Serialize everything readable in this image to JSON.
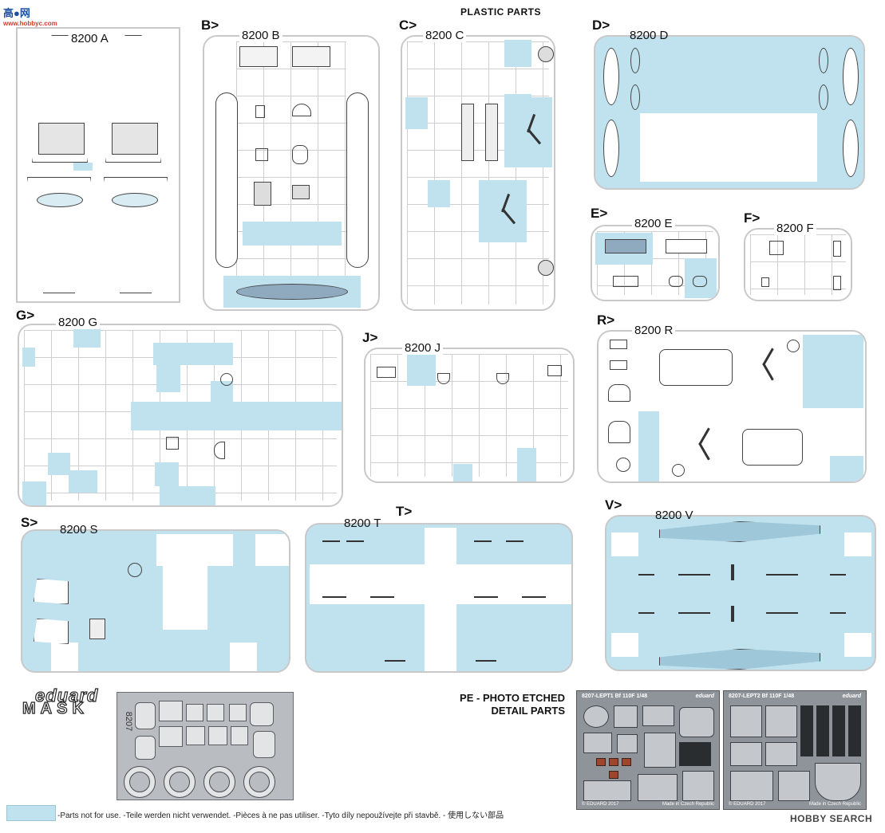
{
  "headings": {
    "plastic": "PLASTIC PARTS",
    "pe_line1": "PE - PHOTO ETCHED",
    "pe_line2": "DETAIL PARTS"
  },
  "sprues": {
    "A": {
      "letter": "",
      "label": "8200 A"
    },
    "B": {
      "letter": "B>",
      "label": "8200 B"
    },
    "C": {
      "letter": "C>",
      "label": "8200 C"
    },
    "D": {
      "letter": "D>",
      "label": "8200 D"
    },
    "E": {
      "letter": "E>",
      "label": "8200 E"
    },
    "F": {
      "letter": "F>",
      "label": "8200 F"
    },
    "G": {
      "letter": "G>",
      "label": "8200 G"
    },
    "J": {
      "letter": "J>",
      "label": "8200 J"
    },
    "R": {
      "letter": "R>",
      "label": "8200 R"
    },
    "S": {
      "letter": "S>",
      "label": "8200 S"
    },
    "T": {
      "letter": "T>",
      "label": "8200 T"
    },
    "V": {
      "letter": "V>",
      "label": "8200 V"
    }
  },
  "pe_frets": [
    {
      "title": "8207-LEPT1  Bf 110F  1/48",
      "brand": "eduard",
      "copyright": "© EDUARD 2017",
      "made": "Made in Czech Republic"
    },
    {
      "title": "8207-LEPT2  Bf 110F  1/48",
      "brand": "eduard",
      "copyright": "© EDUARD 2017",
      "made": "Made in Czech Republic"
    }
  ],
  "mask": {
    "brand": "eduard",
    "word": "MASK",
    "code": "8207"
  },
  "legend": {
    "text": "-Parts not for use. -Teile werden nicht verwendet. -Pièces à ne pas utiliser. -Tyto díly nepoužívejte při stavbě. -   使用しない部品"
  },
  "watermarks": {
    "top_left_main": "高●网",
    "top_left_sub": "www.hobbyc.com",
    "bottom_right": "HOBBY SEARCH"
  },
  "colors": {
    "not_for_use": "#bfe2ee",
    "sprue_frame": "#c9c9cc",
    "pe_metal": "#8e949a"
  }
}
